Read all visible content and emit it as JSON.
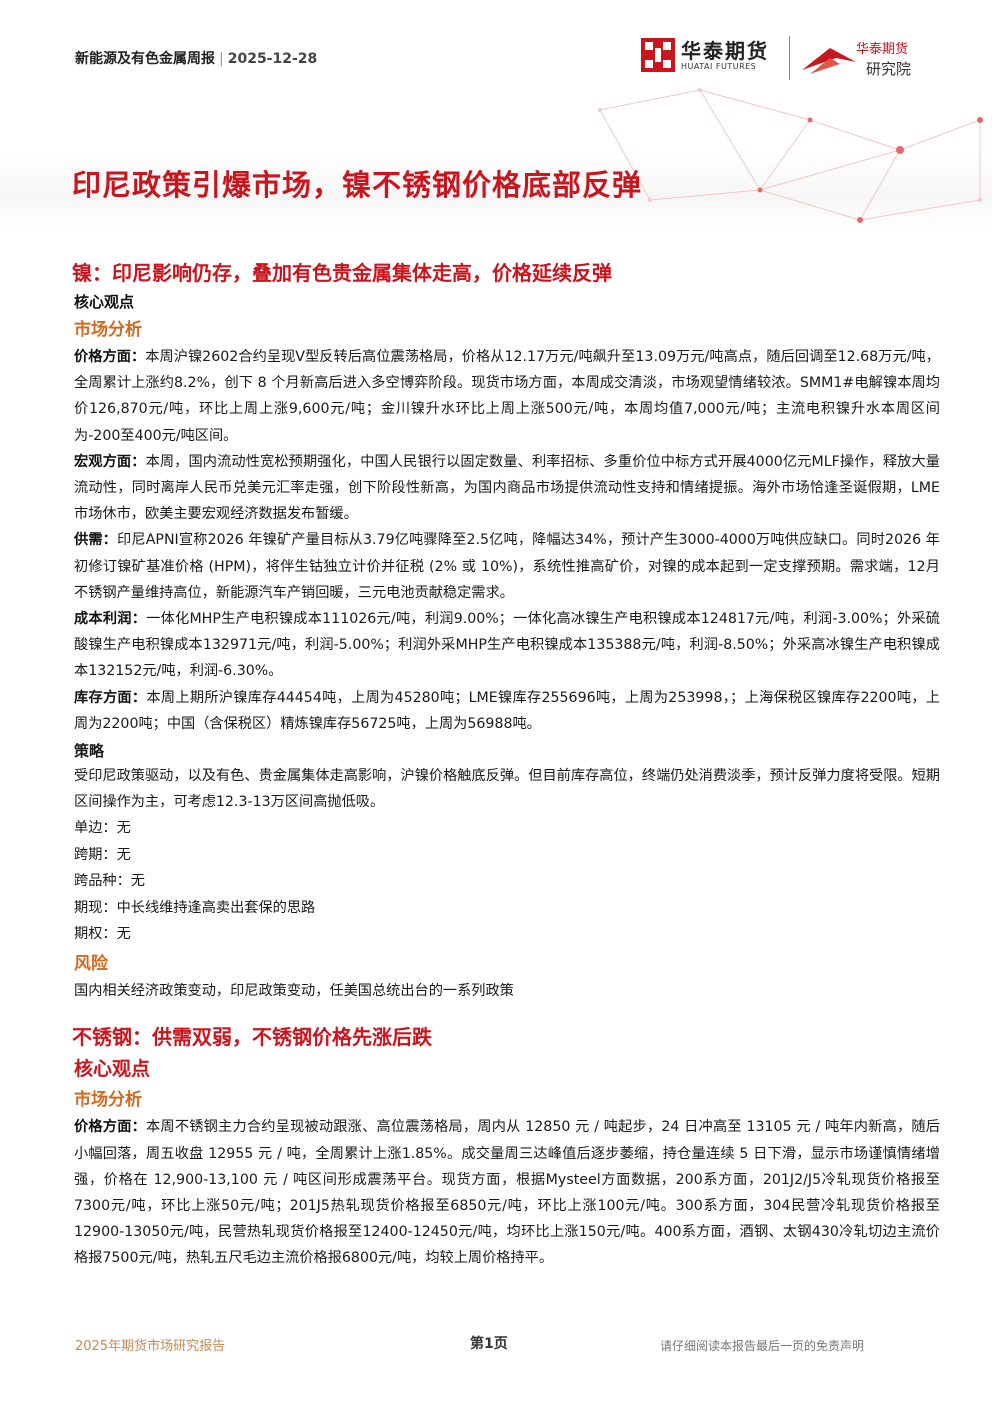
{
  "header": {
    "report_name": "新能源及有色金属周报",
    "separator": "|",
    "date": "2025-12-28",
    "logo_cn": "华泰期货",
    "logo_en": "HUATAI FUTURES",
    "institute_line1": "华泰期货",
    "institute_line2": "研究院"
  },
  "main_title": "印尼政策引爆市场，镍不锈钢价格底部反弹",
  "nickel": {
    "title": "镍：印尼影响仍存，叠加有色贵金属集体走高，价格延续反弹",
    "core_label": "核心观点",
    "market_label": "市场分析",
    "price_label": "价格方面：",
    "price_text": "本周沪镍2602合约呈现V型反转后高位震荡格局，价格从12.17万元/吨飙升至13.09万元/吨高点，随后回调至12.68万元/吨，全周累计上涨约8.2%，创下 8 个月新高后进入多空博弈阶段。现货市场方面，本周成交清淡，市场观望情绪较浓。SMM1#电解镍本周均价126,870元/吨，环比上周上涨9,600元/吨；金川镍升水环比上周上涨500元/吨，本周均值7,000元/吨；主流电积镍升水本周区间为-200至400元/吨区间。",
    "macro_label": "宏观方面：",
    "macro_text": "本周，国内流动性宽松预期强化，中国人民银行以固定数量、利率招标、多重价位中标方式开展4000亿元MLF操作，释放大量流动性，同时离岸人民币兑美元汇率走强，创下阶段性新高，为国内商品市场提供流动性支持和情绪提振。海外市场恰逢圣诞假期，LME市场休市，欧美主要宏观经济数据发布暂缓。",
    "supply_label": "供需：",
    "supply_text": "印尼APNI宣称2026 年镍矿产量目标从3.79亿吨骤降至2.5亿吨，降幅达34%，预计产生3000-4000万吨供应缺口。同时2026 年初修订镍矿基准价格 (HPM)，将伴生钴独立计价并征税 (2% 或 10%)，系统性推高矿价，对镍的成本起到一定支撑预期。需求端，12月不锈钢产量维持高位，新能源汽车产销回暖，三元电池贡献稳定需求。",
    "cost_label": "成本利润：",
    "cost_text": "一体化MHP生产电积镍成本111026元/吨，利润9.00%；一体化高冰镍生产电积镍成本124817元/吨，利润-3.00%；外采硫酸镍生产电积镍成本132971元/吨，利润-5.00%；利润外采MHP生产电积镍成本135388元/吨，利润-8.50%；外采高冰镍生产电积镍成本132152元/吨，利润-6.30%。",
    "inventory_label": "库存方面：",
    "inventory_text": "本周上期所沪镍库存44454吨，上周为45280吨；LME镍库存255696吨，上周为253998，；上海保税区镍库存2200吨，上周为2200吨；中国（含保税区）精炼镍库存56725吨，上周为56988吨。",
    "strategy_label": "策略",
    "strategy_text": "受印尼政策驱动，以及有色、贵金属集体走高影响，沪镍价格触底反弹。但目前库存高位，终端仍处消费淡季，预计反弹力度将受限。短期区间操作为主，可考虑12.3-13万区间高抛低吸。",
    "single_side": "单边：无",
    "inter_period": "跨期：无",
    "inter_product": "跨品种：无",
    "spot_futures": "期现：中长线维持逢高卖出套保的思路",
    "options": "期权：无",
    "risk_label": "风险",
    "risk_text": "国内相关经济政策变动，印尼政策变动，任美国总统出台的一系列政策"
  },
  "stainless": {
    "title": "不锈钢：供需双弱，不锈钢价格先涨后跌",
    "core_label": "核心观点",
    "market_label": "市场分析",
    "price_label": "价格方面：",
    "price_text": "本周不锈钢主力合约呈现被动跟涨、高位震荡格局，周内从 12850 元 / 吨起步，24 日冲高至 13105 元 / 吨年内新高，随后小幅回落，周五收盘 12955 元 / 吨，全周累计上涨1.85%。成交量周三达峰值后逐步萎缩，持仓量连续 5 日下滑，显示市场谨慎情绪增强，价格在 12,900-13,100 元 / 吨区间形成震荡平台。现货方面，根据Mysteel方面数据，200系方面，201J2/J5冷轧现货价格报至7300元/吨，环比上涨50元/吨；201J5热轧现货价格报至6850元/吨，环比上涨100元/吨。300系方面，304民营冷轧现货价格报至12900-13050元/吨，民营热轧现货价格报至12400-12450元/吨，均环比上涨150元/吨。400系方面，酒钢、太钢430冷轧切边主流价格报7500元/吨，热轧五尺毛边主流价格报6800元/吨，均较上周价格持平。"
  },
  "footer": {
    "left": "2025年期货市场研究报告",
    "page": "第1页",
    "right": "请仔细阅读本报告最后一页的免责声明"
  },
  "colors": {
    "brand_red": "#c9151e",
    "subheading_orange": "#d2691e"
  }
}
